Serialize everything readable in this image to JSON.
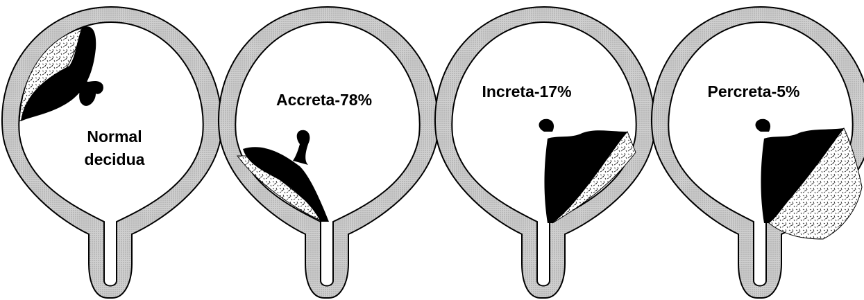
{
  "panels": [
    {
      "id": "normal",
      "label_lines": [
        "Normal",
        "decidua"
      ]
    },
    {
      "id": "accreta",
      "label_lines": [
        "Accreta-78%"
      ]
    },
    {
      "id": "increta",
      "label_lines": [
        "Increta-17%"
      ]
    },
    {
      "id": "percreta",
      "label_lines": [
        "Percreta-5%"
      ]
    }
  ],
  "colors": {
    "wall_fill": "#c8c8c8",
    "outline": "#000000",
    "placenta": "#000000",
    "decidua_speckle": "#ffffff"
  }
}
